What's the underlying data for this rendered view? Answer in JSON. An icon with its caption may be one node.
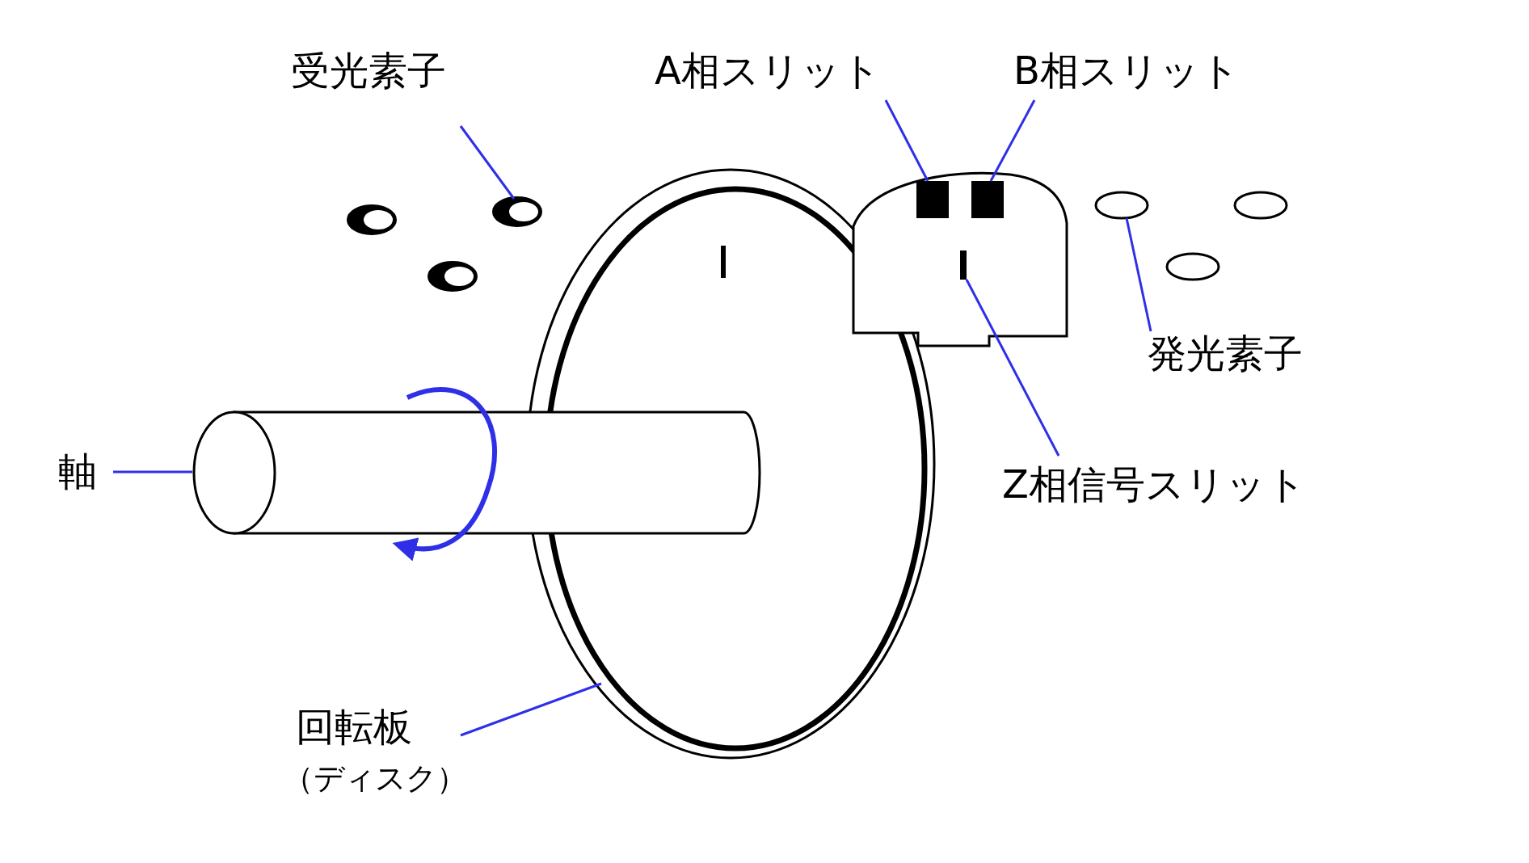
{
  "diagram": {
    "nodes": [
      {
        "text": [
          "受光素子"
        ]
      },
      {
        "text": [
          "A相スリット"
        ]
      },
      {
        "text": [
          "B相スリット"
        ]
      },
      {
        "text": [],
        "shape": "circle"
      },
      {
        "text": [],
        "shape": "bar"
      },
      {
        "text": [],
        "shape": "bar"
      },
      {
        "text": [],
        "shape": "circle"
      },
      {
        "text": [
          "発光素子"
        ]
      },
      {
        "text": [],
        "shape": "bar"
      },
      {
        "text": [
          "軸"
        ]
      },
      {
        "text": [],
        "shape": "cylinder"
      },
      {
        "text": [
          "Z相信号スリット"
        ]
      },
      {
        "text": [
          "回転板",
          "（ディスク）"
        ]
      },
      {
        "text": [],
        "shape": "circle"
      },
      {
        "text": [],
        "shape": "circle"
      },
      {
        "text": [],
        "shape": "circle"
      },
      {
        "text": [],
        "shape": "circle"
      },
      {
        "text": [],
        "shape": "circle"
      }
    ],
    "edges": [
      {
        "from": 0,
        "to": 3,
        "arrow": "none"
      },
      {
        "from": 1,
        "to": 4,
        "arrow": "none"
      },
      {
        "from": 2,
        "to": 5,
        "arrow": "none"
      },
      {
        "from": 7,
        "to": 6,
        "arrow": "none"
      },
      {
        "from": 11,
        "to": 8,
        "arrow": "none"
      },
      {
        "from": 9,
        "to": 10,
        "arrow": "none"
      },
      {
        "from": 12,
        "to": 13,
        "arrow": "none"
      }
    ]
  }
}
